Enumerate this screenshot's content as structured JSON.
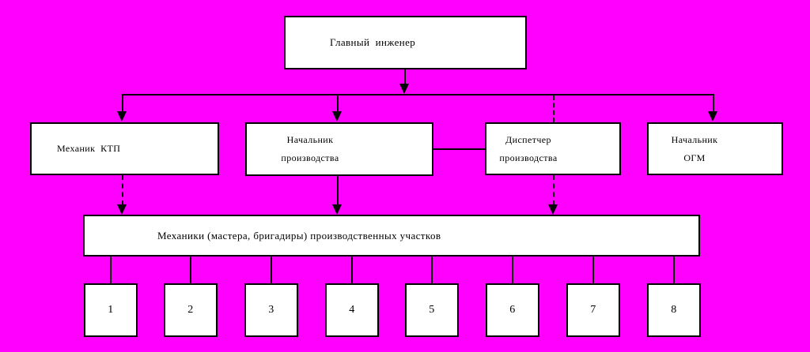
{
  "diagram": {
    "type": "org-chart",
    "colors": {
      "background": "#FF00FF",
      "box_fill": "#FFFFFF",
      "line": "#000000",
      "text": "#000000"
    },
    "nodes": {
      "chief": {
        "label": "Главный  инженер"
      },
      "mechanic_ktp": {
        "line1": "Механик  КТП"
      },
      "production_chief": {
        "line1": "Начальник",
        "line2": "производства"
      },
      "production_dispatcher": {
        "line1": "Диспетчер",
        "line2": "производства"
      },
      "ogm_chief": {
        "line1": "Начальник",
        "line2": "ОГМ"
      },
      "section_mechanics": {
        "label": "Механики (мастера, бригадиры) производственных участков"
      }
    },
    "units": [
      "1",
      "2",
      "3",
      "4",
      "5",
      "6",
      "7",
      "8"
    ]
  }
}
